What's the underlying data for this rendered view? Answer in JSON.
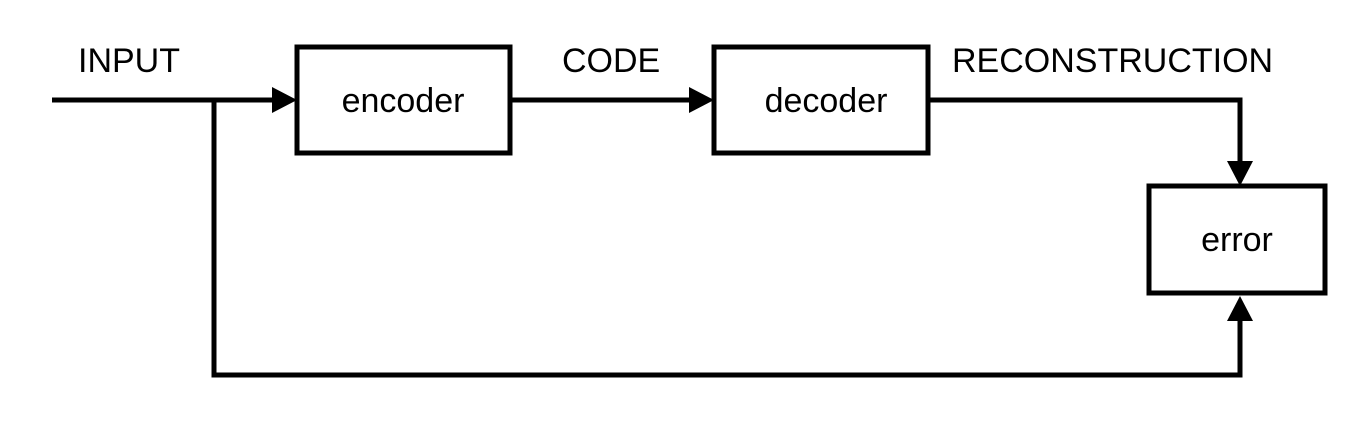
{
  "diagram": {
    "labels": {
      "input": "INPUT",
      "code": "CODE",
      "reconstruction": "RECONSTRUCTION"
    },
    "nodes": {
      "encoder": "encoder",
      "decoder": "decoder",
      "error": "error"
    },
    "colors": {
      "stroke": "#000000",
      "background": "#ffffff"
    }
  }
}
